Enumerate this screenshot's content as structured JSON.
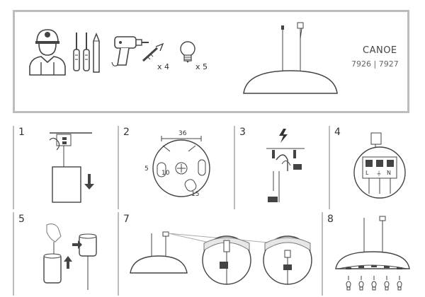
{
  "product": {
    "name": "CANOE",
    "codes": "7926 | 7927"
  },
  "tools": {
    "anchor_qty": "x 4",
    "bulb_qty": "x 5"
  },
  "steps": [
    {
      "number": "1"
    },
    {
      "number": "2"
    },
    {
      "number": "3"
    },
    {
      "number": "4"
    },
    {
      "number": "5"
    },
    {
      "number": "7"
    },
    {
      "number": "8"
    }
  ],
  "step2": {
    "dim_36": "36",
    "dim_5": "5",
    "dim_10": "10",
    "dim_15": "15"
  },
  "step4": {
    "terminal_L": "L",
    "terminal_earth": "⏚",
    "terminal_N": "N"
  },
  "colors": {
    "frame": "#bdbdbd",
    "line": "#555555",
    "accent": "#333333"
  },
  "icons": [
    "installer-icon",
    "screwdriver-icon",
    "drill-icon",
    "wall-anchor-icon",
    "light-bulb-icon",
    "electric-hazard-icon"
  ]
}
